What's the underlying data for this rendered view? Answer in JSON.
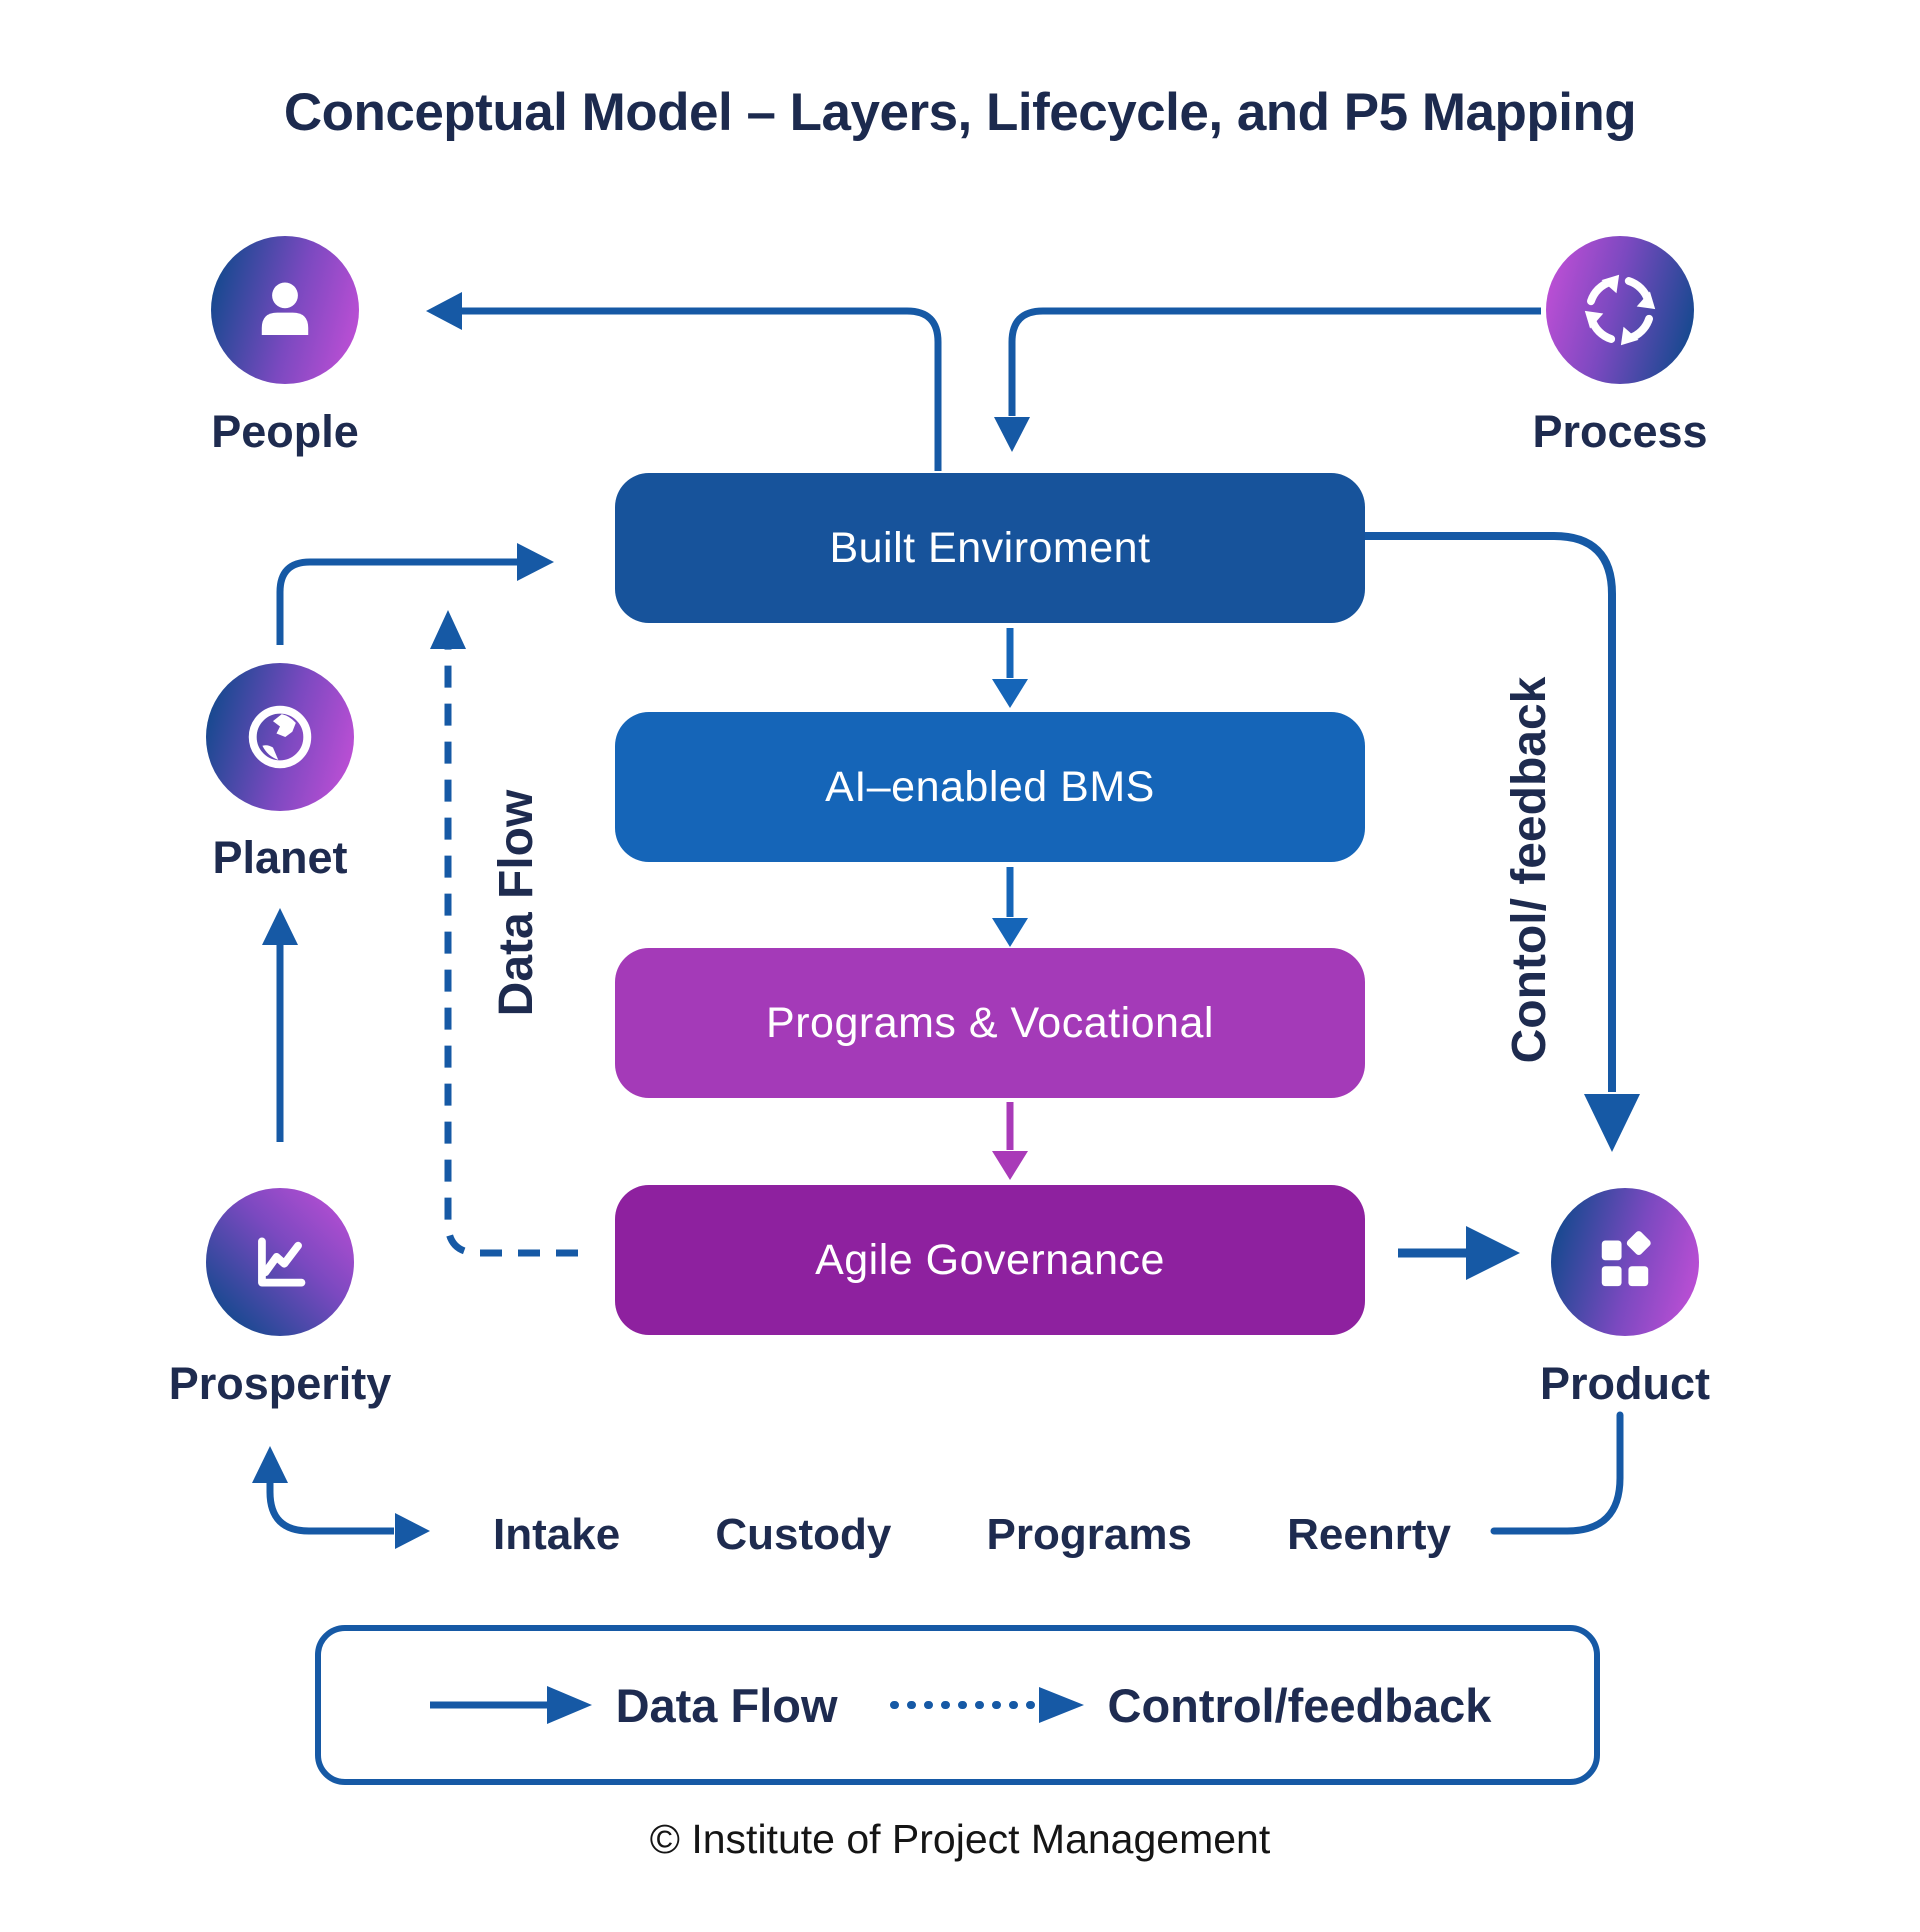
{
  "title": "Conceptual Model – Layers, Lifecycle, and P5 Mapping",
  "nodes": {
    "people": {
      "label": "People",
      "icon": "person-icon"
    },
    "process": {
      "label": "Process",
      "icon": "cycle-arrows-icon"
    },
    "planet": {
      "label": "Planet",
      "icon": "globe-icon"
    },
    "prosperity": {
      "label": "Prosperity",
      "icon": "line-chart-icon"
    },
    "product": {
      "label": "Product",
      "icon": "blocks-icon"
    }
  },
  "layers": [
    {
      "label": "Built Enviroment",
      "color": "#17539b"
    },
    {
      "label": "AI–enabled BMS",
      "color": "#1565b8"
    },
    {
      "label": "Programs & Vocational",
      "color": "#a43ab8"
    },
    {
      "label": "Agile Governance",
      "color": "#8e219f"
    }
  ],
  "flow_labels": {
    "data_flow": "Data Flow",
    "control_feedback": "Contol/ feedback"
  },
  "lifecycle_stages": [
    "Intake",
    "Custody",
    "Programs",
    "Reenrty"
  ],
  "legend": {
    "data_flow_label": "Data Flow",
    "control_feedback_label": "Control/feedback"
  },
  "footer": "© Institute of Project Management",
  "colors": {
    "arrow_blue": "#1659a5",
    "arrow_magenta": "#a93ab8",
    "label_navy": "#1e2b4f",
    "box_text": "#ffffff",
    "icon_gradient_blue": "#16498f",
    "icon_gradient_purple": "#c04fd6"
  }
}
